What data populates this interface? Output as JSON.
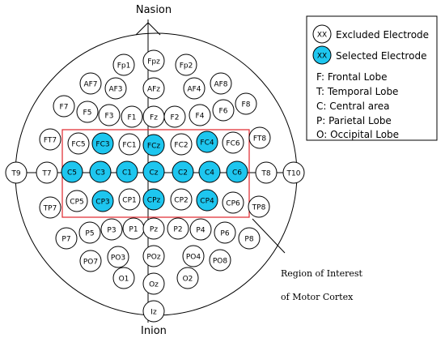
{
  "landmarks": {
    "top": "Nasion",
    "bottom": "Inion"
  },
  "colors": {
    "selected_fill": "#1ec6ef",
    "excluded_fill": "#ffffff",
    "roi_stroke": "#e0242b",
    "line": "#000000"
  },
  "legend": {
    "excluded_symbol": "XX",
    "excluded_label": "Excluded Electrode",
    "selected_symbol": "XX",
    "selected_label": "Selected Electrode",
    "lobes": [
      "F: Frontal Lobe",
      "T: Temporal Lobe",
      "C: Central area",
      "P: Parietal Lobe",
      "O: Occipital Lobe"
    ]
  },
  "roi_label": {
    "line1": "Region of Interest",
    "line2": "of Motor Cortex"
  },
  "electrodes": [
    {
      "label": "Fpz",
      "selected": false
    },
    {
      "label": "Fp1",
      "selected": false
    },
    {
      "label": "Fp2",
      "selected": false
    },
    {
      "label": "AF7",
      "selected": false
    },
    {
      "label": "AF3",
      "selected": false
    },
    {
      "label": "AFz",
      "selected": false
    },
    {
      "label": "AF4",
      "selected": false
    },
    {
      "label": "AF8",
      "selected": false
    },
    {
      "label": "F7",
      "selected": false
    },
    {
      "label": "F5",
      "selected": false
    },
    {
      "label": "F3",
      "selected": false
    },
    {
      "label": "F1",
      "selected": false
    },
    {
      "label": "Fz",
      "selected": false
    },
    {
      "label": "F2",
      "selected": false
    },
    {
      "label": "F4",
      "selected": false
    },
    {
      "label": "F6",
      "selected": false
    },
    {
      "label": "F8",
      "selected": false
    },
    {
      "label": "FT7",
      "selected": false
    },
    {
      "label": "FC5",
      "selected": false
    },
    {
      "label": "FC3",
      "selected": true
    },
    {
      "label": "FC1",
      "selected": false
    },
    {
      "label": "FCz",
      "selected": true
    },
    {
      "label": "FC2",
      "selected": false
    },
    {
      "label": "FC4",
      "selected": true
    },
    {
      "label": "FC6",
      "selected": false
    },
    {
      "label": "FT8",
      "selected": false
    },
    {
      "label": "T9",
      "selected": false
    },
    {
      "label": "T7",
      "selected": false
    },
    {
      "label": "C5",
      "selected": true
    },
    {
      "label": "C3",
      "selected": true
    },
    {
      "label": "C1",
      "selected": true
    },
    {
      "label": "Cz",
      "selected": true
    },
    {
      "label": "C2",
      "selected": true
    },
    {
      "label": "C4",
      "selected": true
    },
    {
      "label": "C6",
      "selected": true
    },
    {
      "label": "T8",
      "selected": false
    },
    {
      "label": "T10",
      "selected": false
    },
    {
      "label": "TP7",
      "selected": false
    },
    {
      "label": "CP5",
      "selected": false
    },
    {
      "label": "CP3",
      "selected": true
    },
    {
      "label": "CP1",
      "selected": false
    },
    {
      "label": "CPz",
      "selected": true
    },
    {
      "label": "CP2",
      "selected": false
    },
    {
      "label": "CP4",
      "selected": true
    },
    {
      "label": "CP6",
      "selected": false
    },
    {
      "label": "TP8",
      "selected": false
    },
    {
      "label": "P7",
      "selected": false
    },
    {
      "label": "P5",
      "selected": false
    },
    {
      "label": "P3",
      "selected": false
    },
    {
      "label": "P1",
      "selected": false
    },
    {
      "label": "Pz",
      "selected": false
    },
    {
      "label": "P2",
      "selected": false
    },
    {
      "label": "P4",
      "selected": false
    },
    {
      "label": "P6",
      "selected": false
    },
    {
      "label": "P8",
      "selected": false
    },
    {
      "label": "PO7",
      "selected": false
    },
    {
      "label": "PO3",
      "selected": false
    },
    {
      "label": "POz",
      "selected": false
    },
    {
      "label": "PO4",
      "selected": false
    },
    {
      "label": "PO8",
      "selected": false
    },
    {
      "label": "O1",
      "selected": false
    },
    {
      "label": "Oz",
      "selected": false
    },
    {
      "label": "O2",
      "selected": false
    },
    {
      "label": "Iz",
      "selected": false
    }
  ]
}
